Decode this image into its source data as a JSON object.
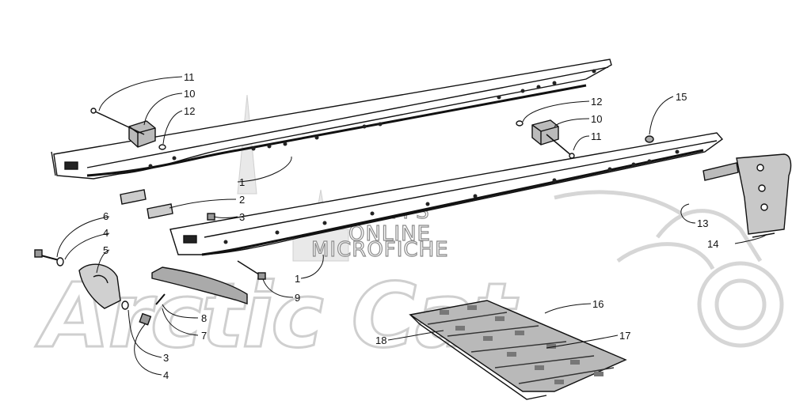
{
  "watermark": {
    "lines": [
      "HLSM'S",
      "ONLINE",
      "MICROFICHE"
    ],
    "logo": "Arctic Cat"
  },
  "callouts": [
    {
      "id": "c11a",
      "text": "11"
    },
    {
      "id": "c10a",
      "text": "10"
    },
    {
      "id": "c12a",
      "text": "12"
    },
    {
      "id": "c12b",
      "text": "12"
    },
    {
      "id": "c10b",
      "text": "10"
    },
    {
      "id": "c11b",
      "text": "11"
    },
    {
      "id": "c15",
      "text": "15"
    },
    {
      "id": "c1a",
      "text": "1"
    },
    {
      "id": "c2",
      "text": "2"
    },
    {
      "id": "c3a",
      "text": "3"
    },
    {
      "id": "c6",
      "text": "6"
    },
    {
      "id": "c4a",
      "text": "4"
    },
    {
      "id": "c5",
      "text": "5"
    },
    {
      "id": "c13",
      "text": "13"
    },
    {
      "id": "c14",
      "text": "14"
    },
    {
      "id": "c1b",
      "text": "1"
    },
    {
      "id": "c9",
      "text": "9"
    },
    {
      "id": "c16",
      "text": "16"
    },
    {
      "id": "c8",
      "text": "8"
    },
    {
      "id": "c7",
      "text": "7"
    },
    {
      "id": "c17",
      "text": "17"
    },
    {
      "id": "c18",
      "text": "18"
    },
    {
      "id": "c3b",
      "text": "3"
    },
    {
      "id": "c4b",
      "text": "4"
    }
  ]
}
